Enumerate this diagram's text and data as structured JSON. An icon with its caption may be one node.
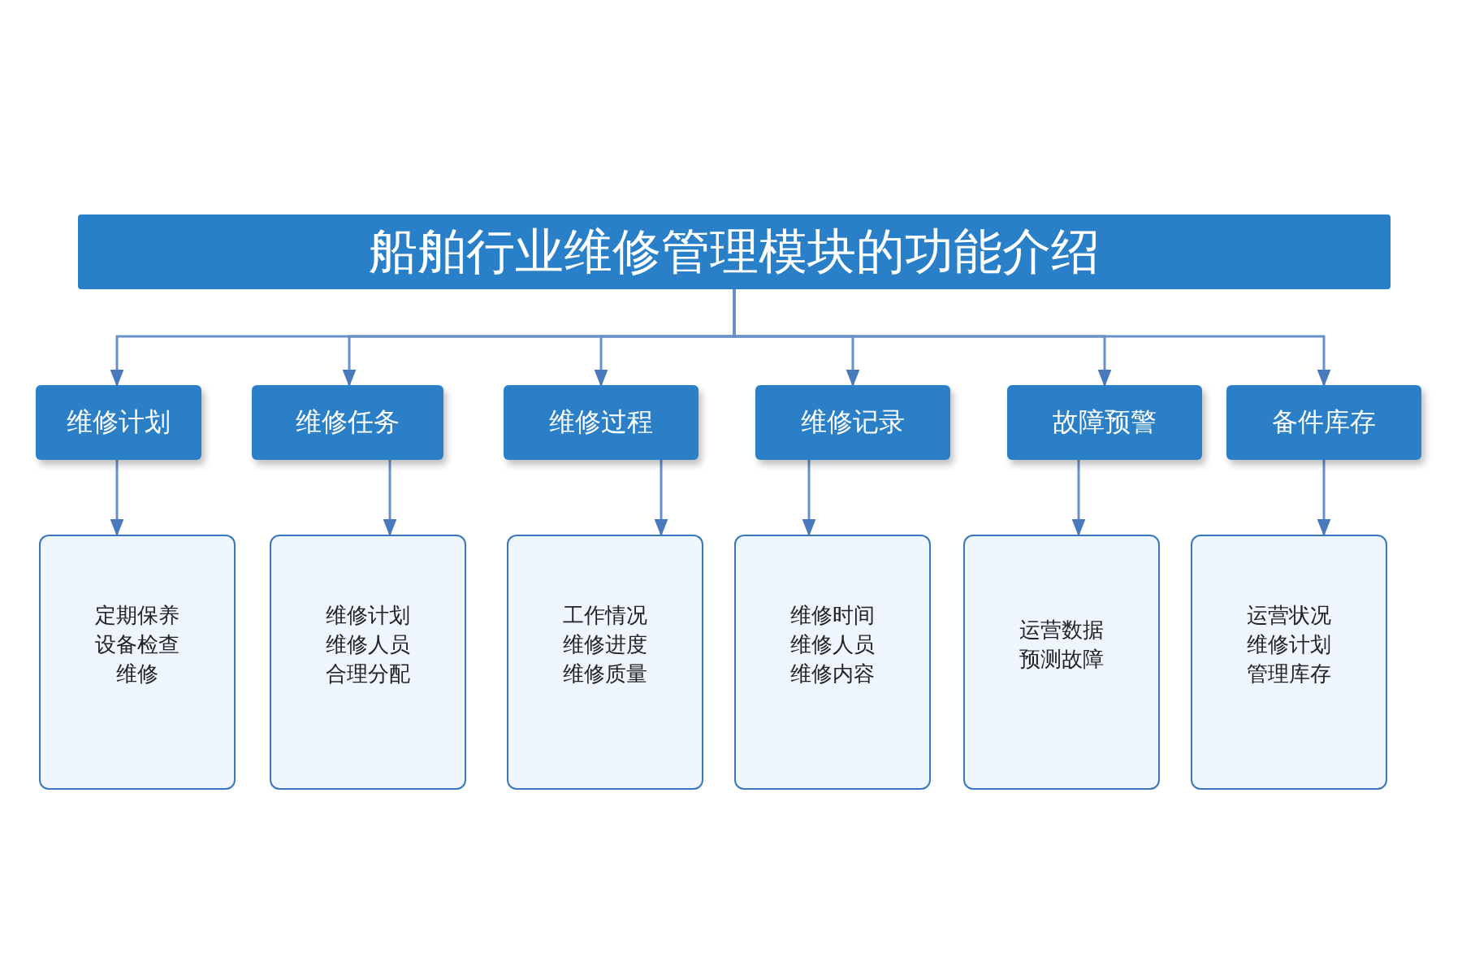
{
  "diagram": {
    "nodes": [
      {
        "text": [
          "船舶行业维修管理模块的功能介绍"
        ]
      },
      {
        "text": [
          "维修计划"
        ]
      },
      {
        "text": [
          "维修任务"
        ]
      },
      {
        "text": [
          "维修过程"
        ]
      },
      {
        "text": [
          "维修记录"
        ]
      },
      {
        "text": [
          "故障预警"
        ]
      },
      {
        "text": [
          "备件库存"
        ]
      },
      {
        "text": [
          "定期保养",
          "设备检查",
          "维修"
        ]
      },
      {
        "text": [
          "维修计划",
          "维修人员",
          "合理分配"
        ]
      },
      {
        "text": [
          "工作情况",
          "维修进度",
          "维修质量"
        ]
      },
      {
        "text": [
          "维修时间",
          "维修人员",
          "维修内容"
        ]
      },
      {
        "text": [
          "运营数据",
          "预测故障"
        ]
      },
      {
        "text": [
          "运营状况",
          "维修计划",
          "管理库存"
        ]
      }
    ],
    "edges": [
      {
        "from": 0,
        "to": 1,
        "arrow": "to"
      },
      {
        "from": 0,
        "to": 2,
        "arrow": "to"
      },
      {
        "from": 0,
        "to": 3,
        "arrow": "to"
      },
      {
        "from": 0,
        "to": 4,
        "arrow": "to"
      },
      {
        "from": 0,
        "to": 5,
        "arrow": "to"
      },
      {
        "from": 0,
        "to": 6,
        "arrow": "to"
      },
      {
        "from": 1,
        "to": 7,
        "arrow": "to"
      },
      {
        "from": 2,
        "to": 8,
        "arrow": "to"
      },
      {
        "from": 3,
        "to": 9,
        "arrow": "to"
      },
      {
        "from": 4,
        "to": 10,
        "arrow": "to"
      },
      {
        "from": 5,
        "to": 11,
        "arrow": "to"
      },
      {
        "from": 6,
        "to": 12,
        "arrow": "to"
      }
    ]
  }
}
